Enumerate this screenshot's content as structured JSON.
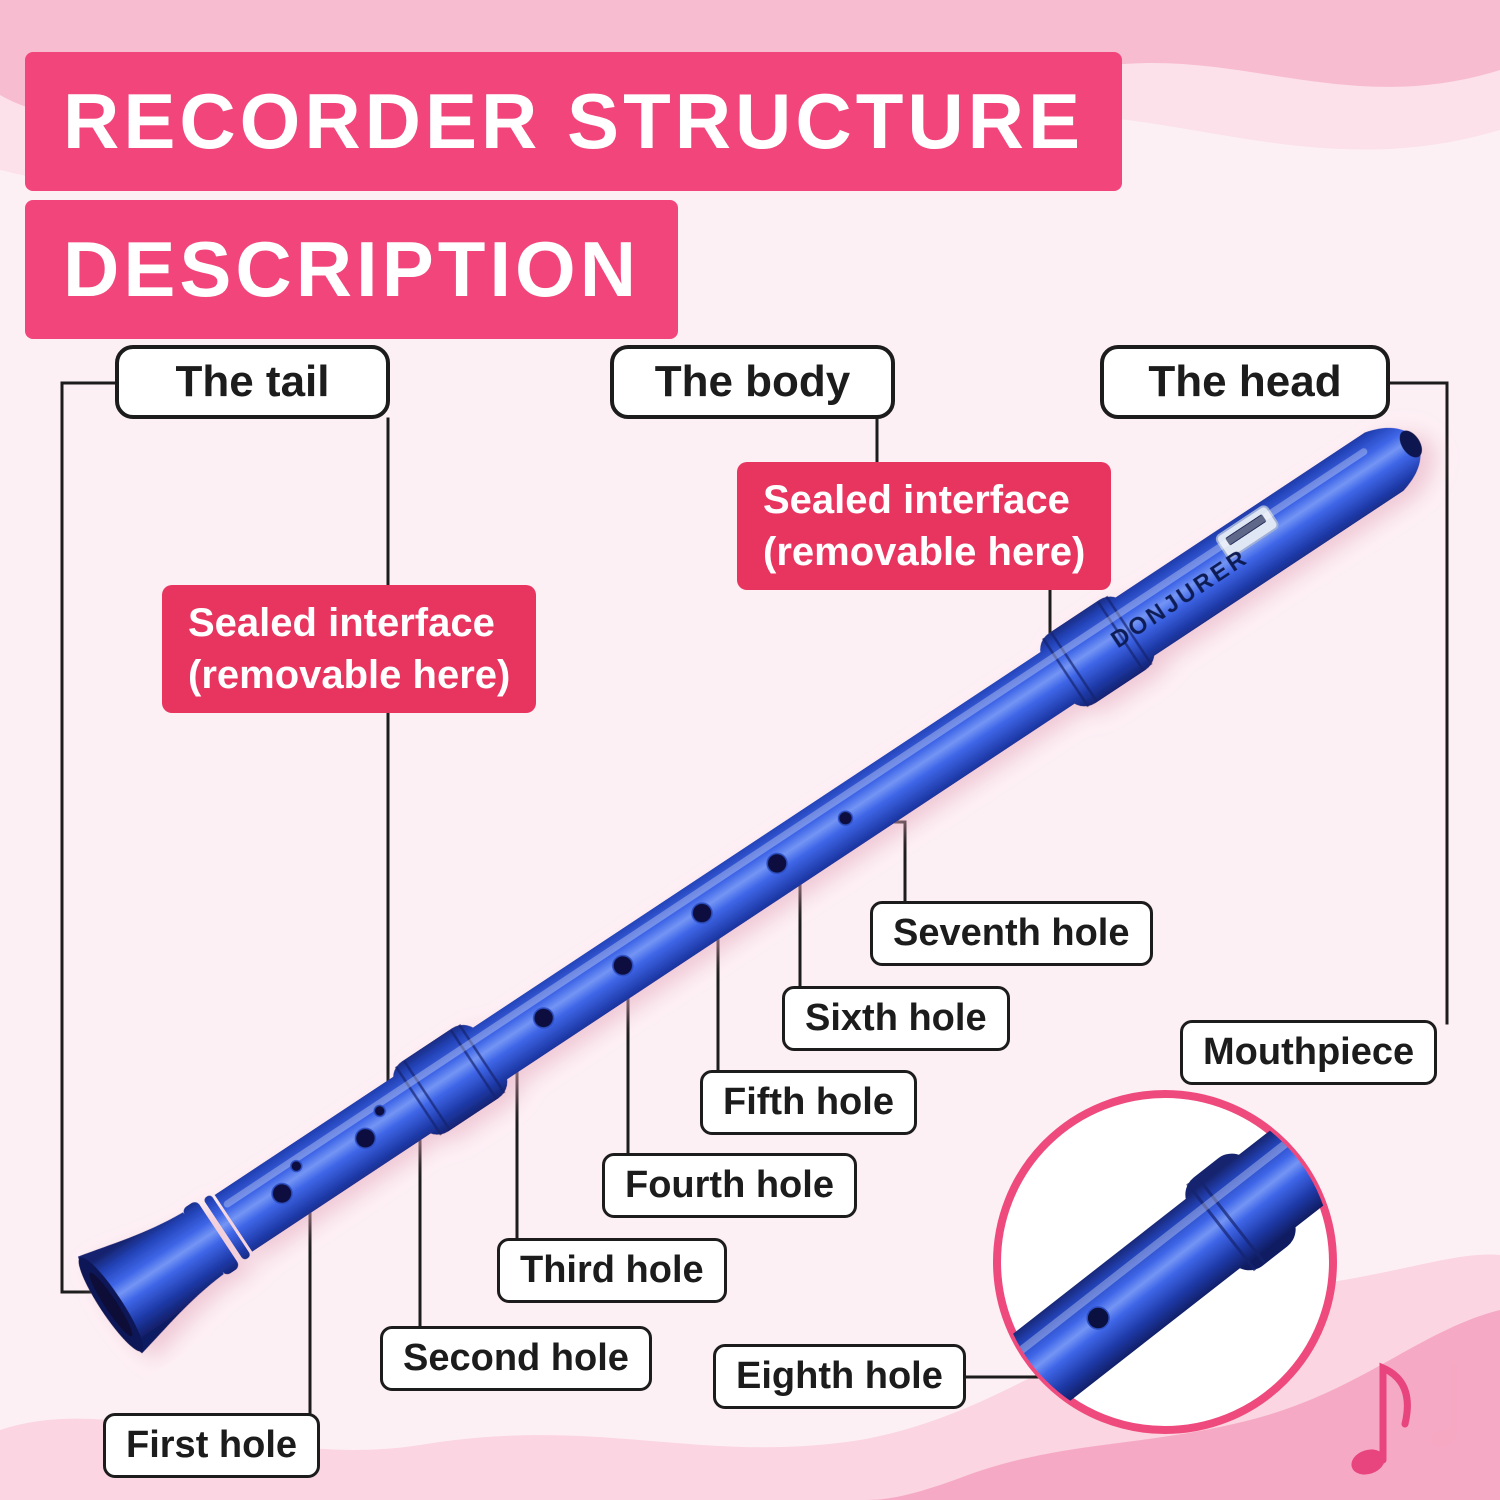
{
  "title": {
    "line1": "RECORDER STRUCTURE",
    "line2": "DESCRIPTION"
  },
  "parts": {
    "tail": "The tail",
    "body": "The body",
    "head": "The head"
  },
  "sealed": {
    "line1": "Sealed interface",
    "line2": "(removable here)"
  },
  "holes": {
    "first": "First hole",
    "second": "Second hole",
    "third": "Third hole",
    "fourth": "Fourth hole",
    "fifth": "Fifth hole",
    "sixth": "Sixth hole",
    "seventh": "Seventh hole",
    "eighth": "Eighth hole"
  },
  "mouthpiece": "Mouthpiece",
  "brand": "DONJURER",
  "icons": {
    "music_note": "music-note"
  },
  "colors": {
    "accent_pink": "#f2457c",
    "sealed_bg": "#e73560",
    "recorder_blue": "#2347cf",
    "background": "#fdf0f5",
    "wave_pink": "#f8bcd0",
    "line_black": "#1c1c1c"
  }
}
